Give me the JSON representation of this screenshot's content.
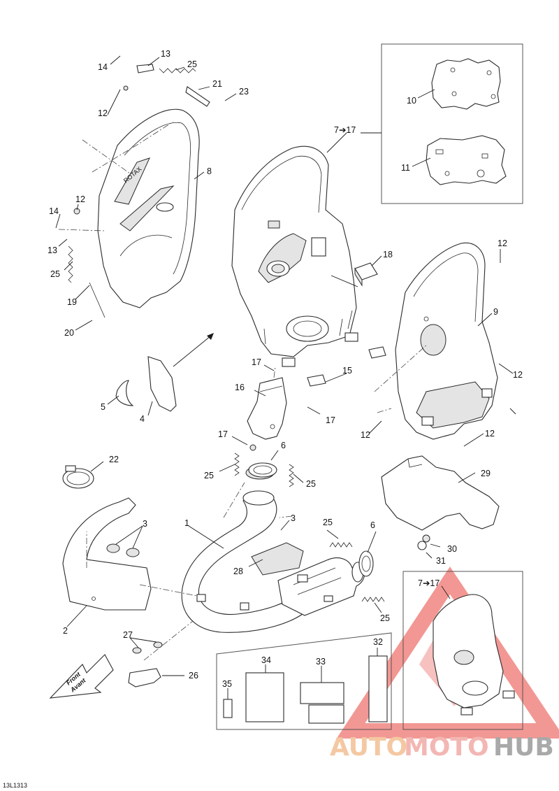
{
  "callouts": {
    "c14a": "14",
    "c13a": "13",
    "c25a": "25",
    "c21": "21",
    "c23": "23",
    "c12a": "12",
    "c8": "8",
    "c12b": "12",
    "c14b": "14",
    "c13b": "13",
    "c25b": "25",
    "c19": "19",
    "c20": "20",
    "c10": "10",
    "c11": "11",
    "c7_17a": "7➔17",
    "c18": "18",
    "c12c": "12",
    "c9": "9",
    "c12d": "12",
    "c12e": "12",
    "c12f": "12",
    "c17a": "17",
    "c15": "15",
    "c16": "16",
    "c17b": "17",
    "c17c": "17",
    "c5": "5",
    "c4": "4",
    "c22": "22",
    "c6a": "6",
    "c25c": "25",
    "c25d": "25",
    "c29": "29",
    "c3a": "3",
    "c1": "1",
    "c3b": "3",
    "c25e": "25",
    "c6b": "6",
    "c30": "30",
    "c31": "31",
    "c28": "28",
    "c2": "2",
    "c25f": "25",
    "c7_17b": "7➔17",
    "c27": "27",
    "c26": "26",
    "c32": "32",
    "c34": "34",
    "c33": "33",
    "c35": "35"
  },
  "direction_arrow": {
    "line1": "Front",
    "line2": "Avant"
  },
  "figure_code": "13L1313",
  "watermark": {
    "part1": "AUTO",
    "part2": "MOTO",
    "part3": "HUB"
  },
  "colors": {
    "watermark_red": "#e8433c",
    "watermark_orange": "#f0a35e",
    "watermark_grey": "#8c8c8c"
  }
}
